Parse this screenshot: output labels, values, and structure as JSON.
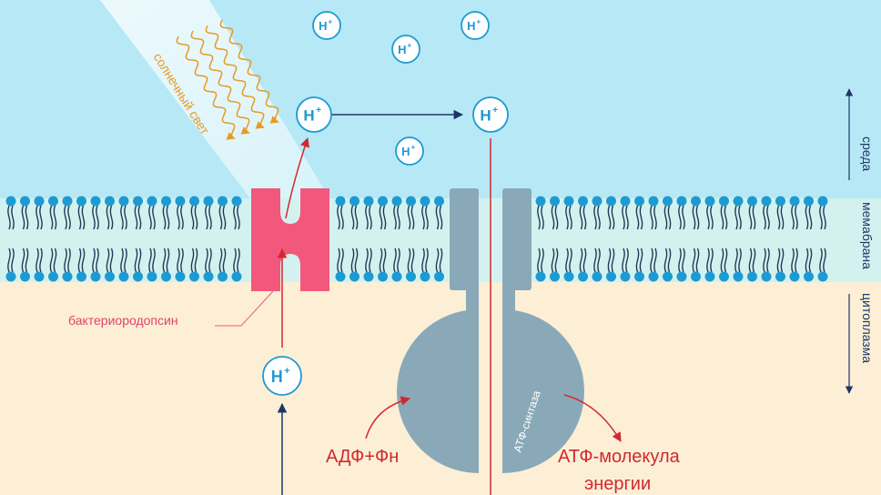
{
  "colors": {
    "environment": "#b6e9f5",
    "membrane": "#d3f2ef",
    "cytoplasm": "#fcefd6",
    "lipid_head": "#1e9ad3",
    "lipid_tail": "#1f3a56",
    "bacteriorhodopsin": "#f2577c",
    "atp_synthase": "#8aa9b8",
    "proton": "#1e9ad3",
    "red_arrow": "#d2292f",
    "navy_arrow": "#1e3566",
    "light_rays": "#e89a22"
  },
  "labels": {
    "sunlight": "солнечный свет",
    "bacteriorhodopsin": "бактериородопсин",
    "atp_synthase": "АТФ-синтаза",
    "adp": "АДФ+Фн",
    "atp_line1": "АТФ-молекула",
    "atp_line2": "энергии"
  },
  "sidebar": {
    "environment": "среда",
    "membrane": "мемабрана",
    "cytoplasm": "цитоплазма"
  },
  "proton": {
    "symbol": "H",
    "charge": "+"
  }
}
